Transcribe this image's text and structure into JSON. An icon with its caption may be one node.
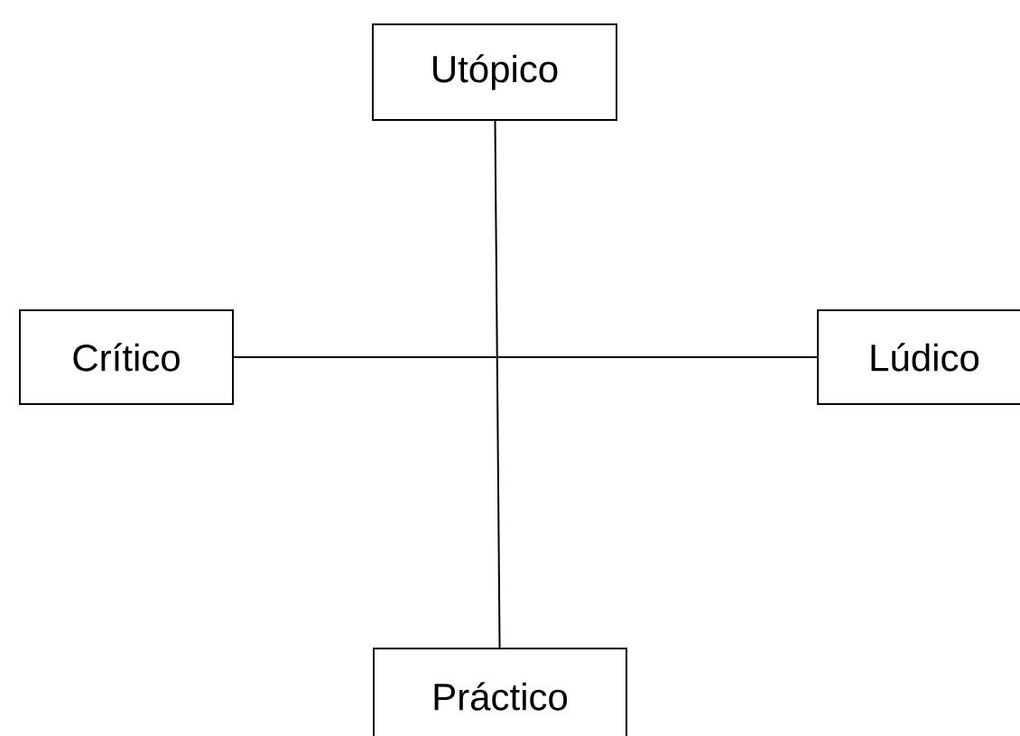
{
  "diagram": {
    "nodes": [
      {
        "text": [
          "Utópico"
        ]
      },
      {
        "text": [
          "Crítico"
        ]
      },
      {
        "text": [
          "Lúdico"
        ]
      },
      {
        "text": [
          "Práctico"
        ]
      }
    ],
    "edges": [
      {
        "from": 0,
        "to": 3,
        "arrow": "none"
      },
      {
        "from": 1,
        "to": 2,
        "arrow": "none"
      }
    ]
  }
}
